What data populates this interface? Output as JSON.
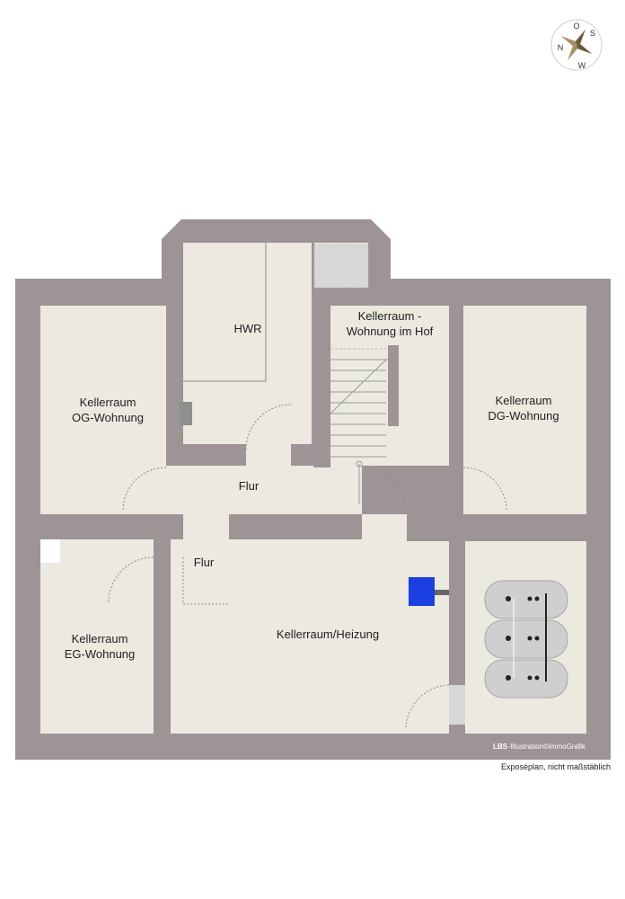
{
  "rooms": {
    "hwr": "HWR",
    "keller_og_1": "Kellerraum",
    "keller_og_2": "OG-Wohnung",
    "keller_hof_1": "Kellerraum -",
    "keller_hof_2": "Wohnung im Hof",
    "keller_dg_1": "Kellerraum",
    "keller_dg_2": "DG-Wohnung",
    "flur_upper": "Flur",
    "flur_lower": "Flur",
    "keller_eg_1": "Kellerraum",
    "keller_eg_2": "EG-Wohnung",
    "heizung": "Kellerraum/Heizung"
  },
  "compass": {
    "n": "N",
    "o": "O",
    "s": "S",
    "w": "W"
  },
  "credit": {
    "brand": "LBS",
    "text": "-Illustration©immoGrafik"
  },
  "footnote": "Exposéplan, nicht maßstäblich",
  "colors": {
    "wall": "#9e9395",
    "floor": "#ebe9e0",
    "boiler": "#1b3fe0",
    "tank": "#cfcfcf"
  }
}
